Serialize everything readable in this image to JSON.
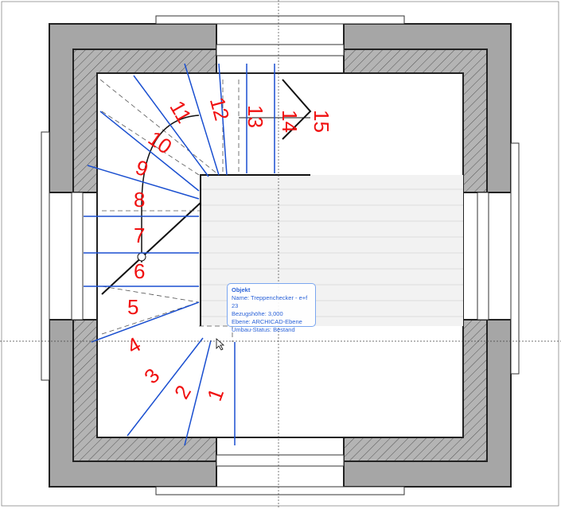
{
  "steps": [
    "1",
    "2",
    "3",
    "4",
    "5",
    "6",
    "7",
    "8",
    "9",
    "10",
    "11",
    "12",
    "13",
    "14",
    "15"
  ],
  "tooltip": {
    "title": "Objekt",
    "name": "Name: Treppenchecker - e+f 23",
    "height": "Bezugshöhe: 3,000",
    "layer": "Ebene: ARCHICAD-Ebene",
    "status": "Umbau-Status: Bestand"
  },
  "colors": {
    "wall": "#a0a0a0",
    "step_number": "#f01010",
    "step_line": "#1a4fd0",
    "tooltip": "#2a62d8"
  }
}
